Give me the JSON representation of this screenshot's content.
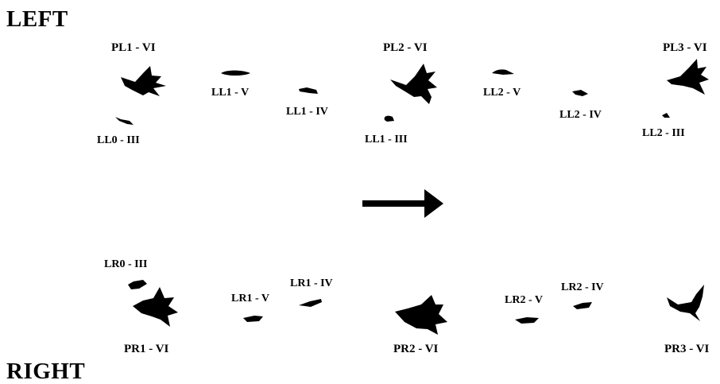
{
  "headings": {
    "left": "LEFT",
    "right": "RIGHT"
  },
  "left_row": {
    "pl1": "PL1 - VI",
    "pl2": "PL2 - VI",
    "pl3": "PL3 - VI",
    "ll1_v": "LL1 - V",
    "ll1_iv": "LL1 - IV",
    "ll0_iii": "LL0 - III",
    "ll1_iii": "LL1 - III",
    "ll2_v": "LL2 - V",
    "ll2_iv": "LL2 - IV",
    "ll2_iii": "LL2 - III"
  },
  "right_row": {
    "lr0_iii": "LR0 - III",
    "lr1_v": "LR1 - V",
    "lr1_iv": "LR1 - IV",
    "lr2_v": "LR2 - V",
    "lr2_iv": "LR2 - IV",
    "pr1": "PR1 - VI",
    "pr2": "PR2 - VI",
    "pr3": "PR3 - VI"
  },
  "arrow": {
    "direction": "right",
    "color": "#000000"
  }
}
